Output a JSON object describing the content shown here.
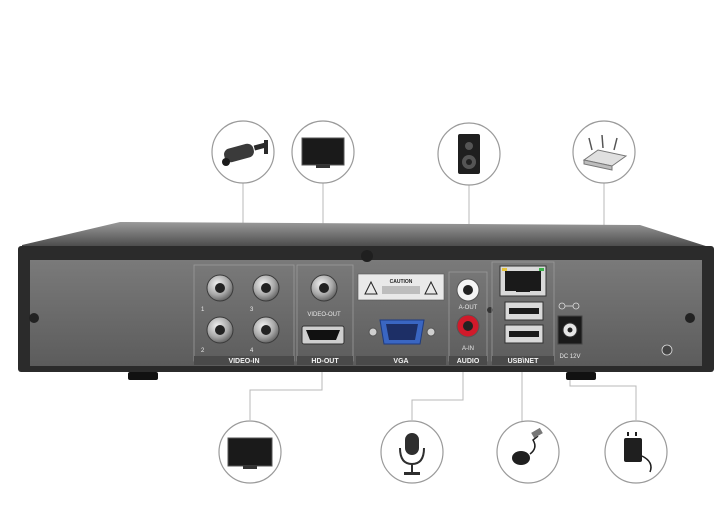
{
  "panel_labels": {
    "video_in": "VIDEO-IN",
    "hd_out": "HD-OUT",
    "vga": "VGA",
    "audio": "AUDIO",
    "usb_net": "USB\\NET",
    "video_out": "VIDEO-OUT",
    "a_out": "A-OUT",
    "a_in": "A-IN",
    "dc": "DC 12V",
    "caution_title": "CAUTION"
  },
  "channel_numbers": [
    "1",
    "3",
    "2",
    "4"
  ],
  "icons": {
    "top": [
      "security-camera-icon",
      "monitor-icon",
      "speaker-icon",
      "router-icon"
    ],
    "bottom": [
      "monitor-icon",
      "microphone-icon",
      "usb-mouse-icon",
      "power-adapter-icon"
    ]
  },
  "colors": {
    "chassis": "#2b2b2b",
    "panel": "#6d6d6d",
    "audio_out_ring": "#f4f4f4",
    "audio_in_ring": "#d11a2a",
    "connector_line": "#b8b8b8"
  }
}
